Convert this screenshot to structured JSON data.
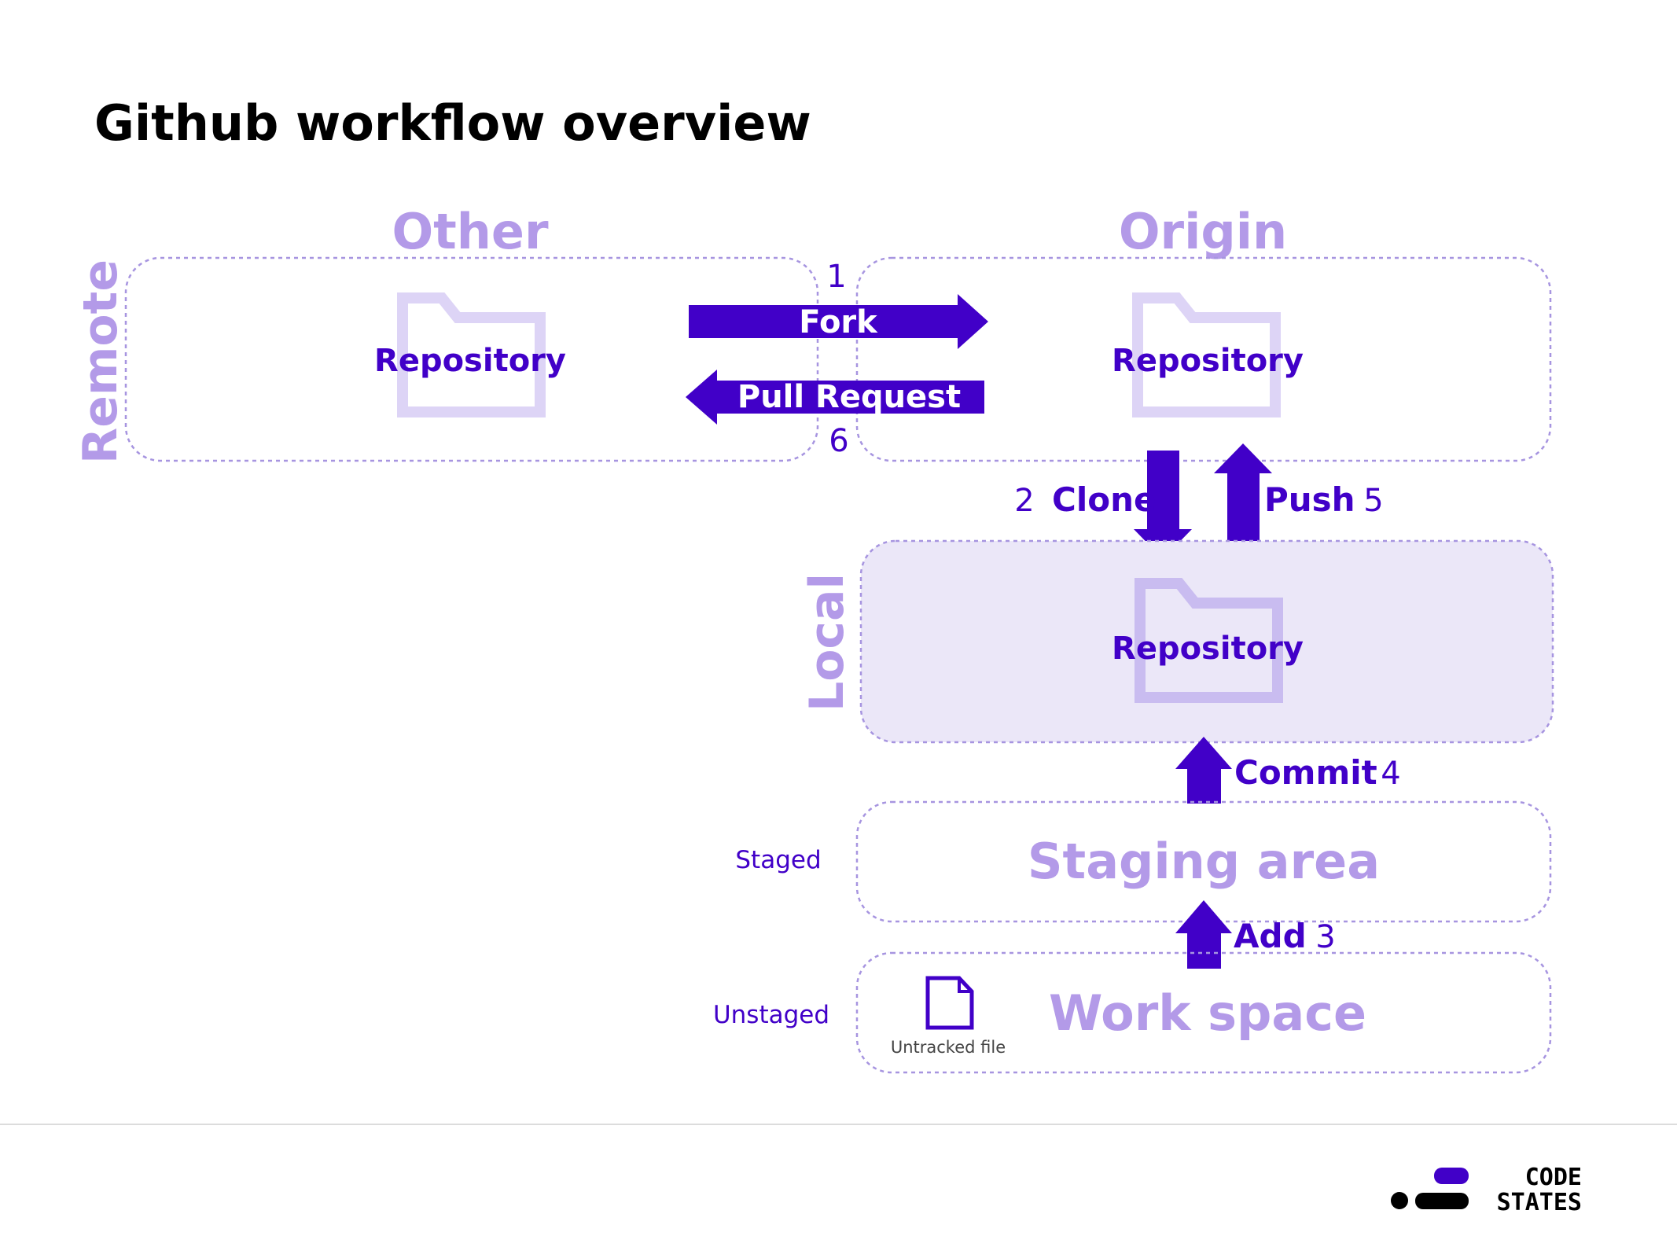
{
  "title": "Github workflow overview",
  "groups": {
    "remote_label": "Remote",
    "local_label": "Local",
    "other_label": "Other",
    "origin_label": "Origin"
  },
  "repositories": {
    "other": "Repository",
    "origin": "Repository",
    "local": "Repository"
  },
  "areas": {
    "staging": "Staging area",
    "workspace": "Work space"
  },
  "status": {
    "staged": "Staged",
    "unstaged": "Unstaged"
  },
  "file": {
    "label": "Untracked file",
    "icon": "file-icon"
  },
  "steps": {
    "fork": {
      "label": "Fork",
      "number": "1"
    },
    "clone": {
      "label": "Clone",
      "number": "2"
    },
    "add": {
      "label": "Add",
      "number": "3"
    },
    "commit": {
      "label": "Commit",
      "number": "4"
    },
    "push": {
      "label": "Push",
      "number": "5"
    },
    "pull_request": {
      "label": "Pull Request",
      "number": "6"
    }
  },
  "logo": {
    "line1": "CODE",
    "line2": "STATES"
  },
  "colors": {
    "accent": "#4100c8",
    "muted_label": "#b39ae8",
    "box_border": "#a795e0",
    "local_fill": "#ebe7f8"
  }
}
